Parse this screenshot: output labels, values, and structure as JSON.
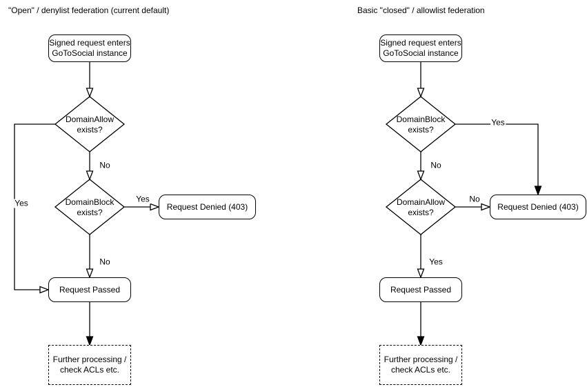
{
  "colors": {
    "stroke": "#000000",
    "shape_fill": "#ffffff",
    "text": "#000000",
    "background": "#ffffff"
  },
  "charts": {
    "left": {
      "title": "\"Open\" / denylist federation (current default)",
      "start_label": "Signed request enters\nGoToSocial instance",
      "decision1_label": "DomainAllow\nexists?",
      "decision2_label": "DomainBlock\nexists?",
      "denied_label": "Request Denied (403)",
      "passed_label": "Request Passed",
      "further_label": "Further processing /\ncheck ACLs etc.",
      "edge_labels": {
        "decision1_yes": "Yes",
        "decision1_no": "No",
        "decision2_yes": "Yes",
        "decision2_no": "No"
      }
    },
    "right": {
      "title": "Basic \"closed\" / allowlist federation",
      "start_label": "Signed request enters\nGoToSocial instance",
      "decision1_label": "DomainBlock\nexists?",
      "decision2_label": "DomainAllow\nexists?",
      "denied_label": "Request Denied (403)",
      "passed_label": "Request Passed",
      "further_label": "Further processing /\ncheck ACLs etc.",
      "edge_labels": {
        "decision1_yes": "Yes",
        "decision1_no": "No",
        "decision2_no": "No",
        "decision2_yes": "Yes"
      }
    }
  }
}
